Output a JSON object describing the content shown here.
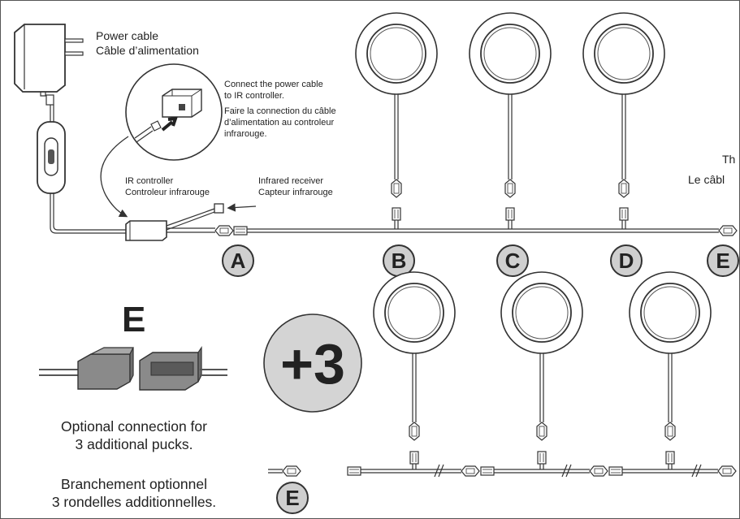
{
  "power_cable": {
    "en": "Power cable",
    "fr": "Câble d’alimentation"
  },
  "connect_note": {
    "en_1": "Connect the power cable",
    "en_2": "to IR controller.",
    "fr_1": "Faire la connection du câble",
    "fr_2": "d’alimentation au controleur",
    "fr_3": "infrarouge."
  },
  "ir_controller": {
    "en": "IR controller",
    "fr": "Controleur infrarouge"
  },
  "infrared_receiver": {
    "en": "Infrared receiver",
    "fr": "Capteur infrarouge"
  },
  "right_edge_text": {
    "line1": "Th",
    "line2": "Le câbl"
  },
  "markers": {
    "a": "A",
    "b": "B",
    "c": "C",
    "d": "D",
    "e": "E"
  },
  "section_e": {
    "heading": "E",
    "optional_en_1": "Optional connection for",
    "optional_en_2": "3 additional pucks.",
    "optional_fr_1": "Branchement optionnel",
    "optional_fr_2": "3 rondelles additionnelles."
  },
  "plus_badge": "+3",
  "colors": {
    "line": "#333333",
    "marker_fill": "#cfcfcf",
    "badge_fill": "#d4d4d4",
    "connector_fill": "#888888"
  }
}
